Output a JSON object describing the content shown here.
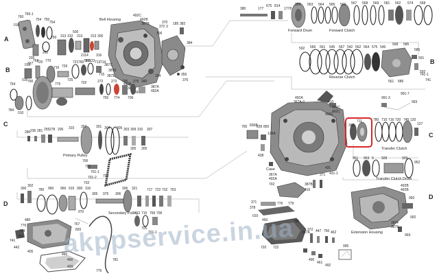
{
  "sections": [
    "A",
    "B",
    "C",
    "D"
  ],
  "captions": {
    "bell_housing": "Bell Housing",
    "forward_drum": "Forward Drum",
    "forward_clutch": "Forward Clutch",
    "reverse_clutch": "Reverse Clutch",
    "primary_pulley": "Primary Pulley",
    "secondary_pulley": "Secondary Pulley",
    "case": "Case",
    "transfer_clutch": "Transfer Clutch",
    "transfer_clutch_drum": "Transfer Clutch Drum",
    "extension_housing": "Extension Housing"
  },
  "part_numbers": {
    "a_left": [
      "760",
      "010",
      "766-1",
      "754",
      "750",
      "754",
      "768",
      "205",
      "327",
      "500",
      "280",
      "750",
      "313",
      "310",
      "313",
      "2114",
      "319",
      "313",
      "300",
      "316"
    ],
    "a_housing": [
      "492C",
      "492B",
      "387B",
      "387C",
      "387E",
      "387E",
      "492B",
      "387A",
      "492A",
      "387D",
      "492C"
    ],
    "a_right": [
      "372",
      "370",
      "3",
      "306",
      "324",
      "185",
      "382",
      "384",
      "356",
      "375"
    ],
    "b_row": [
      "015",
      "016",
      "720",
      "770",
      "716",
      "726",
      "725",
      "721",
      "760",
      "745",
      "123",
      "713",
      "714",
      "715"
    ],
    "c_row": [
      "764",
      "784",
      "010",
      "766",
      "775",
      "702",
      "272",
      "750",
      "273",
      "774",
      "795",
      "706",
      "275",
      "280"
    ],
    "primary": [
      "280",
      "236",
      "281",
      "255",
      "278",
      "206",
      "310",
      "307",
      "301",
      "304",
      "305",
      "303",
      "309",
      "310",
      "305",
      "305",
      "307",
      "700",
      "701",
      "701-1",
      "701-2",
      "702",
      "700"
    ],
    "secondary": [
      "300",
      "302",
      "780",
      "960",
      "969",
      "915",
      "900",
      "970",
      "310",
      "305",
      "975",
      "306",
      "306",
      "321",
      "712",
      "715",
      "769",
      "706",
      "705",
      "701-1",
      "717",
      "722",
      "732",
      "753"
    ],
    "forward_drum": [
      "380",
      "177",
      "675",
      "814",
      "1778",
      "364",
      "563",
      "564",
      "565",
      "566",
      "567",
      "568",
      "569",
      "581",
      "562",
      "574",
      "568"
    ],
    "reverse": [
      "592",
      "566",
      "561",
      "545",
      "567",
      "542",
      "562",
      "564",
      "575",
      "546",
      "568",
      "585",
      "586",
      "591",
      "592",
      "561",
      "586"
    ],
    "center_case": [
      "492A",
      "367A-0",
      "410",
      "492C",
      "492C",
      "492C",
      "765",
      "836B",
      "839",
      "850",
      "126A",
      "438",
      "367A",
      "492A",
      "387B",
      "410",
      "371",
      "431",
      "431-1"
    ],
    "transfer": [
      "262",
      "711",
      "780",
      "710",
      "716",
      "720",
      "745",
      "120",
      "127",
      "991-3",
      "991-7",
      "993",
      "951",
      "953",
      "9",
      "928",
      "929",
      "952",
      "741-1",
      "741"
    ],
    "extension": [
      "492B",
      "492B",
      "387F",
      "387E",
      "992",
      "992",
      "993"
    ],
    "lower_center": [
      "702",
      "371",
      "378",
      "776",
      "779",
      "010",
      "450",
      "720",
      "785",
      "722"
    ],
    "bottom_left": [
      "480",
      "776",
      "744",
      "765",
      "767",
      "820",
      "741",
      "442",
      "460",
      "400",
      "420",
      "405",
      "776",
      "781"
    ],
    "bottom_right": [
      "367A",
      "372",
      "447",
      "750",
      "462",
      "490",
      "461",
      "492",
      "995"
    ]
  },
  "watermark": "akppservice.in.ua"
}
